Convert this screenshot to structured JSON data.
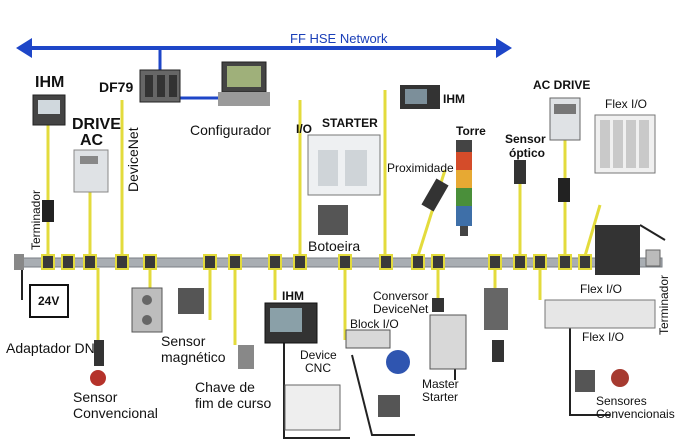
{
  "network": {
    "title": "FF HSE Network",
    "color": "#1e46c8"
  },
  "bus": {
    "color": "#a9aeb3",
    "cable_color": "#e8e04a"
  },
  "labels": {
    "ihm_top": "IHM",
    "drive_ac_1": "DRIVE",
    "drive_ac_2": "AC",
    "df79": "DF79",
    "devicenet": "DeviceNet",
    "configurador": "Configurador",
    "io": "I/O",
    "starter": "STARTER",
    "ihm_right": "IHM",
    "torre": "Torre",
    "proximidade": "Proximidade",
    "sensor_optico_1": "Sensor",
    "sensor_optico_2": "óptico",
    "ac_drive": "AC DRIVE",
    "flex_io_top": "Flex I/O",
    "terminador_left": "Terminador",
    "botoeira": "Botoeira",
    "v24": "24V",
    "adaptador": "Adaptador DN",
    "sensor_conv_1": "Sensor",
    "sensor_conv_2": "Convencional",
    "sensor_mag_1": "Sensor",
    "sensor_mag_2": "magnético",
    "chave_1": "Chave de",
    "chave_2": "fim de curso",
    "ihm_bottom": "IHM",
    "device_cnc_1": "Device",
    "device_cnc_2": "CNC",
    "block_io": "Block I/O",
    "conversor_1": "Conversor",
    "conversor_2": "DeviceNet",
    "master_starter_1": "Master",
    "master_starter_2": "Starter",
    "flex_io_mid": "Flex I/O",
    "flex_io_bottom": "Flex I/O",
    "terminador_right": "Terminador",
    "sensores_conv_1": "Sensores",
    "sensores_conv_2": "Convencionais"
  }
}
